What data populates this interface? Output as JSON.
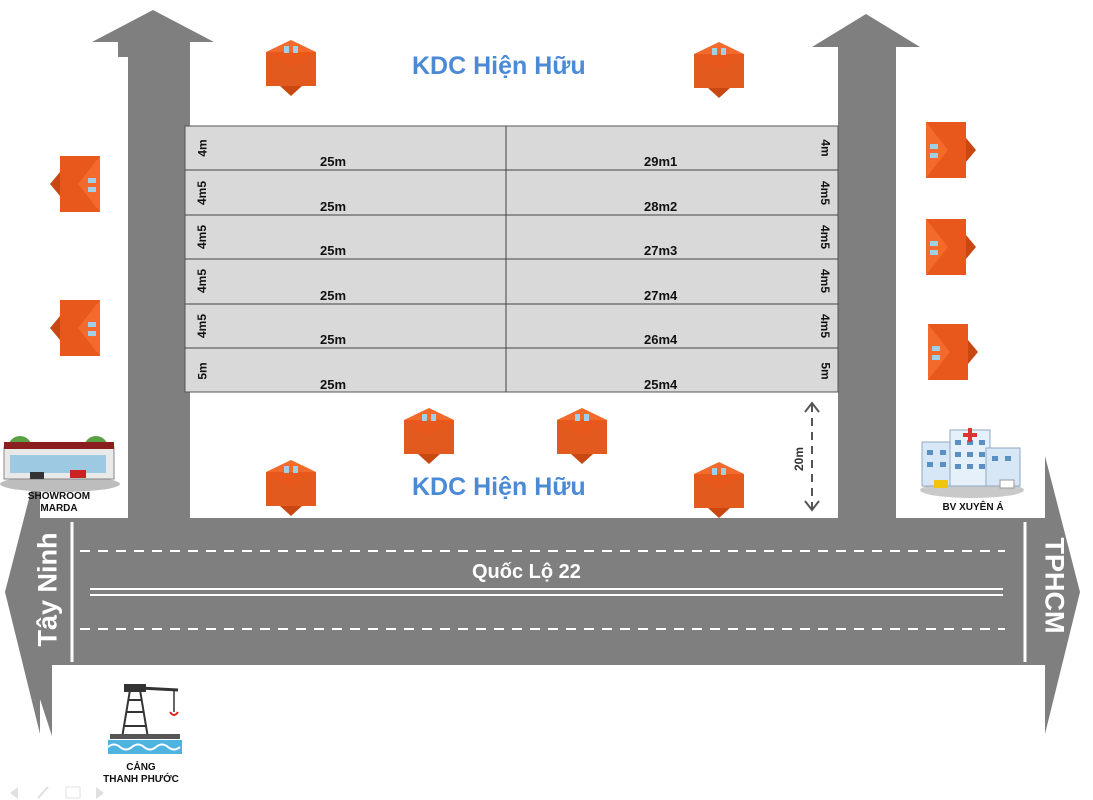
{
  "labels": {
    "kdc_top": "KDC Hiện Hữu",
    "kdc_bottom": "KDC Hiện Hữu",
    "road": "Quốc Lộ 22",
    "west": "Tây Ninh",
    "east": "TPHCM",
    "setback": "20m",
    "showroom": [
      "SHOWROOM",
      "MARDA"
    ],
    "hospital": "BV XUYÊN Á",
    "port": [
      "CẢNG",
      "THANH PHƯỚC"
    ]
  },
  "lots": [
    {
      "left_width": "4m",
      "left_length": "25m",
      "right_length": "29m1",
      "right_width": "4m"
    },
    {
      "left_width": "4m5",
      "left_length": "25m",
      "right_length": "28m2",
      "right_width": "4m5"
    },
    {
      "left_width": "4m5",
      "left_length": "25m",
      "right_length": "27m3",
      "right_width": "4m5"
    },
    {
      "left_width": "4m5",
      "left_length": "25m",
      "right_length": "27m4",
      "right_width": "4m5"
    },
    {
      "left_width": "4m5",
      "left_length": "25m",
      "right_length": "26m4",
      "right_width": "4m5"
    },
    {
      "left_width": "5m",
      "left_length": "25m",
      "right_length": "25m4",
      "right_width": "5m"
    }
  ],
  "colors": {
    "road": "#7f7f7f",
    "lot_fill": "#d9d9d9",
    "house": "#e8581c",
    "kdc_text": "#4a8ad6"
  },
  "icons": [
    "house-icon",
    "showroom-icon",
    "hospital-icon",
    "port-crane-icon"
  ]
}
